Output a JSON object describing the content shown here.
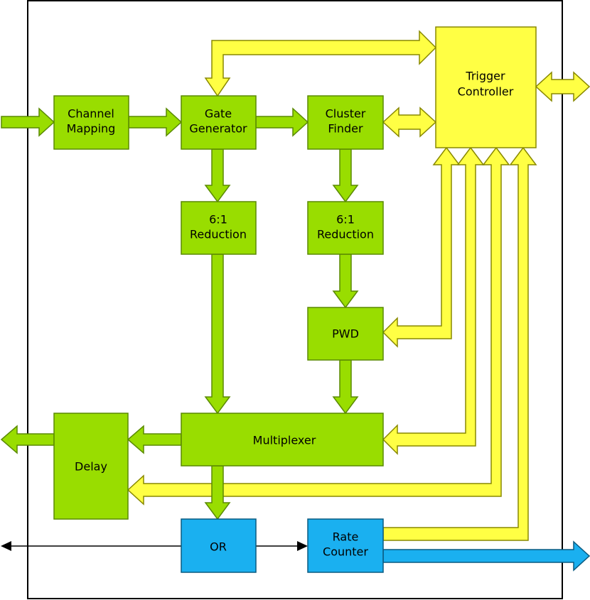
{
  "colors": {
    "green_fill": "#99dd00",
    "green_stroke": "#5a8a00",
    "yellow_fill": "#ffff44",
    "yellow_stroke": "#888800",
    "blue_fill": "#1ab0f0",
    "blue_stroke": "#0a5a80",
    "line": "#000000"
  },
  "blocks": {
    "channel_mapping": [
      "Channel",
      "Mapping"
    ],
    "gate_generator": [
      "Gate",
      "Generator"
    ],
    "cluster_finder": [
      "Cluster",
      "Finder"
    ],
    "trigger_controller": [
      "Trigger",
      "Controller"
    ],
    "reduction_left": [
      "6:1",
      "Reduction"
    ],
    "reduction_right": [
      "6:1",
      "Reduction"
    ],
    "pwd": "PWD",
    "multiplexer": "Multiplexer",
    "delay": "Delay",
    "or": "OR",
    "rate_counter": [
      "Rate",
      "Counter"
    ]
  }
}
